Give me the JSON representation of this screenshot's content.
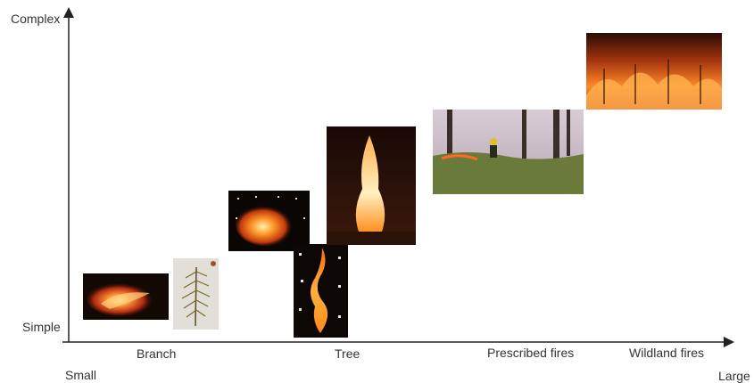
{
  "y_axis": {
    "top_label": "Complex",
    "bottom_label": "Simple"
  },
  "x_axis": {
    "left_label": "Small",
    "right_label": "Large",
    "categories": [
      "Branch",
      "Tree",
      "Prescribed fires",
      "Wildland fires"
    ]
  },
  "images": [
    {
      "name": "branch-fire-photo",
      "depicts": "burning branch on dark background"
    },
    {
      "name": "branch-sample-photo",
      "depicts": "conifer branch sample on light background"
    },
    {
      "name": "branch-burn-chamber-photo",
      "depicts": "branch burning in test chamber"
    },
    {
      "name": "tree-fire-column-photo",
      "depicts": "tall flame column from a single tree"
    },
    {
      "name": "tree-burn-large-photo",
      "depicts": "whole tree burning in facility"
    },
    {
      "name": "prescribed-fire-photo",
      "depicts": "firefighter at prescribed burn in forest"
    },
    {
      "name": "wildland-fire-photo",
      "depicts": "large wildland fire with flames and smoke"
    }
  ],
  "colors": {
    "axis": "#222222",
    "text": "#333333",
    "flame": "#ff8c1a",
    "dark": "#1a0d05"
  }
}
